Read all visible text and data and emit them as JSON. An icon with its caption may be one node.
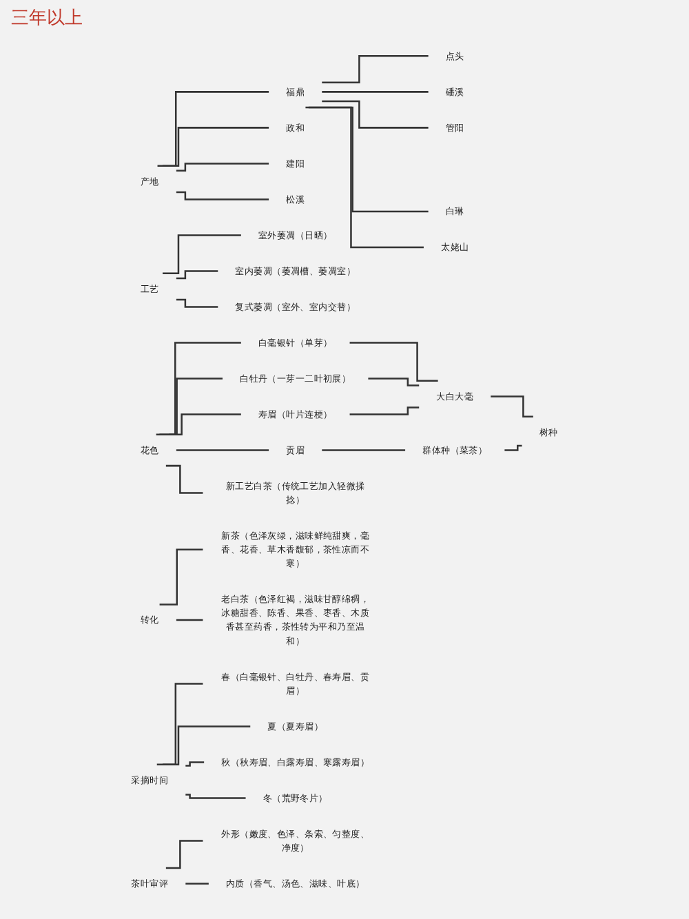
{
  "diagram": {
    "nodes": [
      {
        "text": [
          "产地"
        ]
      },
      {
        "text": [
          "福鼎"
        ]
      },
      {
        "text": [
          "政和"
        ]
      },
      {
        "text": [
          "建阳"
        ]
      },
      {
        "text": [
          "松溪"
        ]
      },
      {
        "text": [
          "点头"
        ]
      },
      {
        "text": [
          "磻溪"
        ]
      },
      {
        "text": [
          "管阳"
        ]
      },
      {
        "text": [
          "白琳"
        ]
      },
      {
        "text": [
          "太姥山"
        ]
      },
      {
        "text": [
          "工艺"
        ]
      },
      {
        "text": [
          "室外萎凋（日晒）"
        ]
      },
      {
        "text": [
          "室内萎凋（萎凋槽、萎凋室）"
        ]
      },
      {
        "text": [
          "复式萎凋（室外、室内交替）"
        ]
      },
      {
        "text": [
          "花色"
        ]
      },
      {
        "text": [
          "白毫银针（单芽）"
        ]
      },
      {
        "text": [
          "白牡丹（一芽一二叶初展）"
        ]
      },
      {
        "text": [
          "寿眉（叶片连梗）"
        ]
      },
      {
        "text": [
          "贡眉"
        ]
      },
      {
        "text": [
          "新工艺白茶（传统工艺加入轻微揉捻）"
        ]
      },
      {
        "text": [
          "大白大毫"
        ]
      },
      {
        "text": [
          "群体种（菜茶）"
        ]
      },
      {
        "text": [
          "树种"
        ]
      },
      {
        "text": [
          "转化"
        ]
      },
      {
        "text": [
          "新茶（色泽灰绿，滋味鲜纯甜爽，毫香、花香、草木香馥郁，茶性凉而不寒）"
        ]
      },
      {
        "text": [
          "老白茶（色泽红褐，滋味甘醇绵稠，冰糖甜香、陈香、果香、枣香、木质香甚至药香，茶性转为平和乃至温和）"
        ]
      },
      {
        "text": [
          "采摘时间"
        ]
      },
      {
        "text": [
          "春（白毫银针、白牡丹、春寿眉、贡眉）"
        ]
      },
      {
        "text": [
          "夏（夏寿眉）"
        ]
      },
      {
        "text": [
          "秋（秋寿眉、白露寿眉、寒露寿眉）"
        ]
      },
      {
        "text": [
          "冬（荒野冬片）"
        ]
      },
      {
        "text": [
          "茶叶审评"
        ]
      },
      {
        "text": [
          "外形（嫩度、色泽、条索、匀整度、净度）"
        ]
      },
      {
        "text": [
          "内质（香气、汤色、滋味、叶底）"
        ]
      }
    ],
    "edges": [
      {
        "from": 0,
        "to": 1,
        "arrow": "none"
      },
      {
        "from": 0,
        "to": 2,
        "arrow": "none"
      },
      {
        "from": 0,
        "to": 3,
        "arrow": "none"
      },
      {
        "from": 0,
        "to": 4,
        "arrow": "none"
      },
      {
        "from": 1,
        "to": 5,
        "arrow": "none"
      },
      {
        "from": 1,
        "to": 6,
        "arrow": "none"
      },
      {
        "from": 1,
        "to": 7,
        "arrow": "none"
      },
      {
        "from": 1,
        "to": 8,
        "arrow": "none"
      },
      {
        "from": 1,
        "to": 9,
        "arrow": "none"
      },
      {
        "from": 10,
        "to": 11,
        "arrow": "none"
      },
      {
        "from": 10,
        "to": 12,
        "arrow": "none"
      },
      {
        "from": 10,
        "to": 13,
        "arrow": "none"
      },
      {
        "from": 14,
        "to": 15,
        "arrow": "none"
      },
      {
        "from": 14,
        "to": 16,
        "arrow": "none"
      },
      {
        "from": 14,
        "to": 17,
        "arrow": "none"
      },
      {
        "from": 14,
        "to": 18,
        "arrow": "none"
      },
      {
        "from": 14,
        "to": 19,
        "arrow": "none"
      },
      {
        "from": 15,
        "to": 20,
        "arrow": "none"
      },
      {
        "from": 16,
        "to": 20,
        "arrow": "none"
      },
      {
        "from": 17,
        "to": 20,
        "arrow": "none"
      },
      {
        "from": 18,
        "to": 21,
        "arrow": "none"
      },
      {
        "from": 20,
        "to": 22,
        "arrow": "none"
      },
      {
        "from": 21,
        "to": 22,
        "arrow": "none"
      },
      {
        "from": 23,
        "to": 24,
        "arrow": "none"
      },
      {
        "from": 23,
        "to": 25,
        "arrow": "none"
      },
      {
        "from": 26,
        "to": 27,
        "arrow": "none"
      },
      {
        "from": 26,
        "to": 28,
        "arrow": "none"
      },
      {
        "from": 26,
        "to": 29,
        "arrow": "none"
      },
      {
        "from": 26,
        "to": 30,
        "arrow": "none"
      },
      {
        "from": 31,
        "to": 32,
        "arrow": "none"
      },
      {
        "from": 31,
        "to": 33,
        "arrow": "none"
      }
    ],
    "labels": [
      "三年以上"
    ]
  }
}
